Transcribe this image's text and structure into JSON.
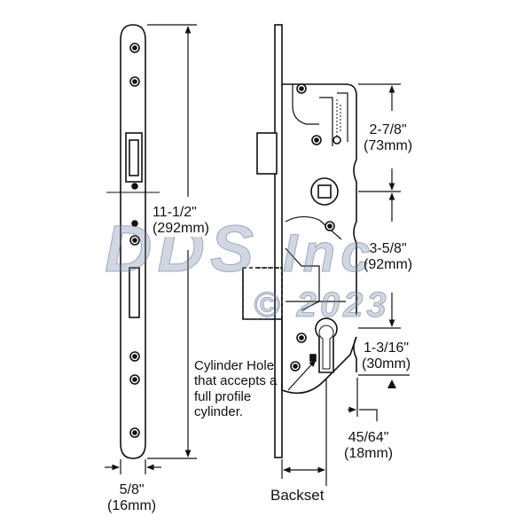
{
  "watermark": {
    "brand": "DDS",
    "suffix": "Inc",
    "copyright": "© 2023"
  },
  "dimensions": {
    "total_height": {
      "imperial": "11-1/2\"",
      "metric": "(292mm)"
    },
    "faceplate_width": {
      "imperial": "5/8\"",
      "metric": "(16mm)"
    },
    "upper_spacing": {
      "imperial": "2-7/8\"",
      "metric": "(73mm)"
    },
    "middle_spacing": {
      "imperial": "3-5/8\"",
      "metric": "(92mm)"
    },
    "lower_spacing": {
      "imperial": "1-3/16\"",
      "metric": "(30mm)"
    },
    "cylinder_offset": {
      "imperial": "45/64\"",
      "metric": "(18mm)"
    },
    "backset": {
      "label": "Backset"
    }
  },
  "callout": {
    "cylinder_note": "Cylinder Hole that accepts a full profile cylinder."
  },
  "colors": {
    "line": "#111111",
    "watermark": "#8aa0bc"
  }
}
